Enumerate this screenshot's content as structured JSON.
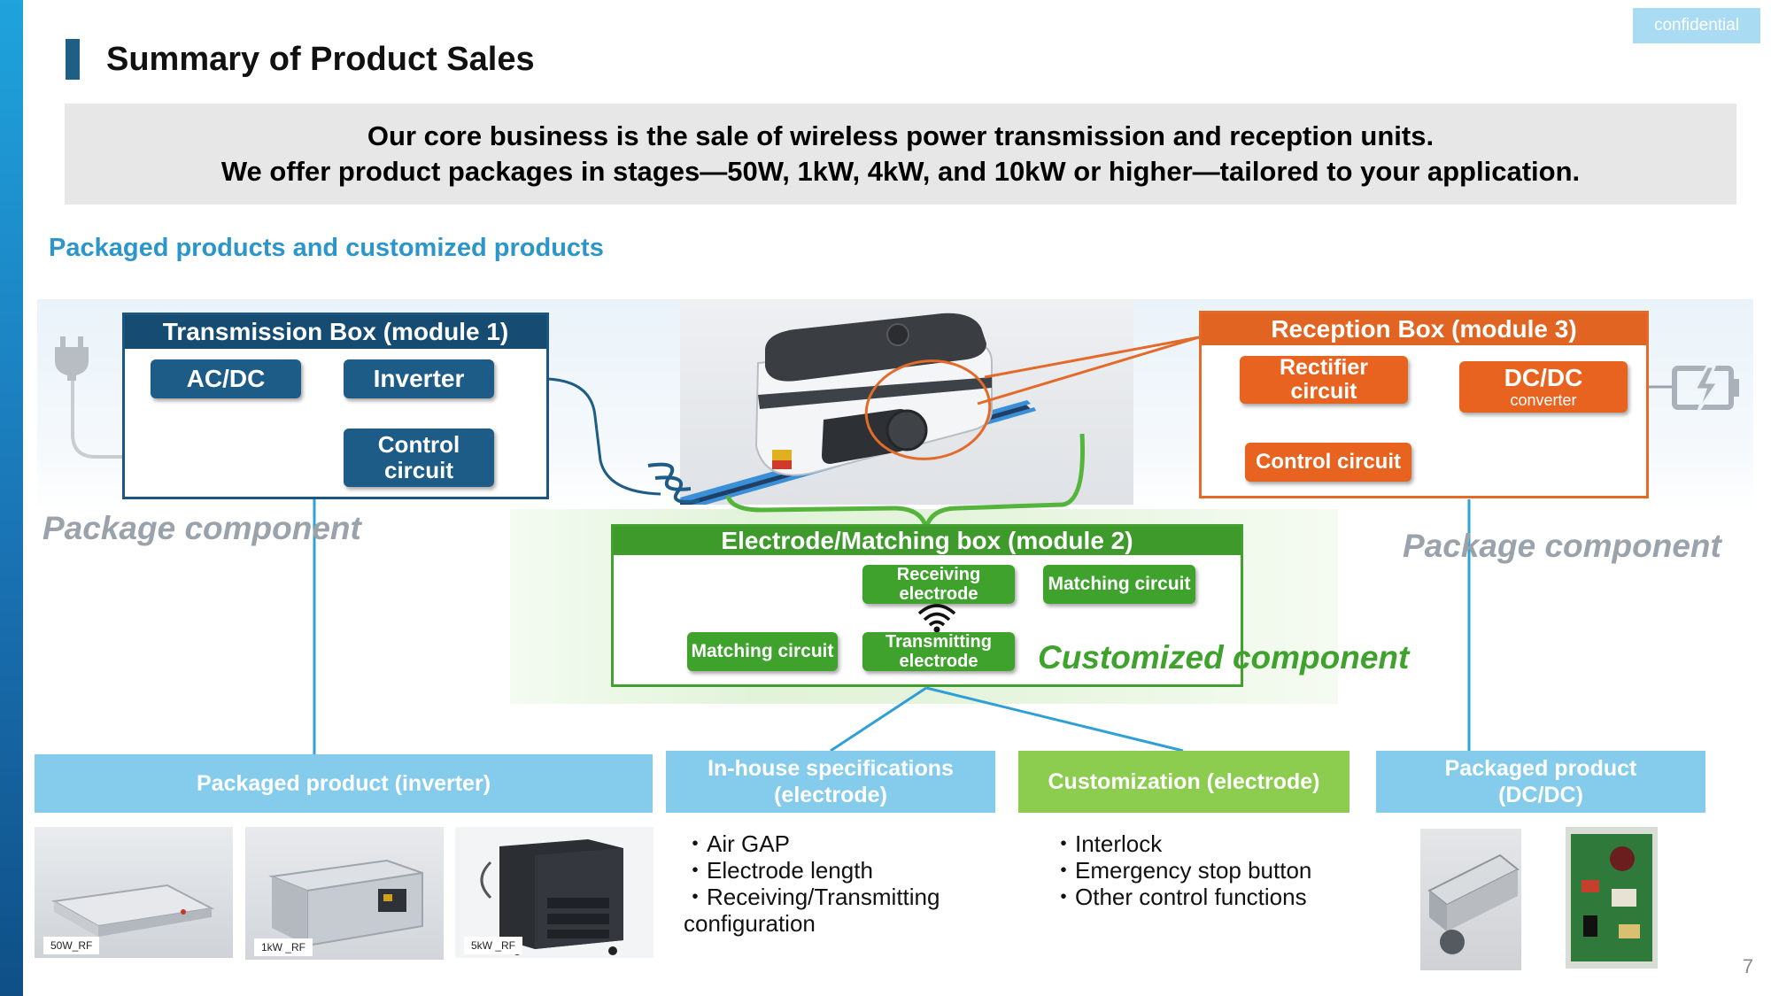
{
  "badge": "confidential",
  "page_title": "Summary of Product Sales",
  "banner": {
    "line1": "Our core business is the sale of wireless power transmission and reception units.",
    "line2": "We offer product packages in stages—50W, 1kW, 4kW, and 10kW or higher—tailored to your application."
  },
  "section_heading": "Packaged products and customized products",
  "transmission": {
    "title": "Transmission Box (module 1)",
    "acdc": "AC/DC",
    "inverter": "Inverter",
    "control": [
      "Control",
      "circuit"
    ]
  },
  "reception": {
    "title": "Reception Box (module 3)",
    "rectifier": [
      "Rectifier",
      "circuit"
    ],
    "dcdc": "DC/DC",
    "dcdc_sub": "converter",
    "control": "Control circuit"
  },
  "electrode": {
    "title": "Electrode/Matching box (module 2)",
    "receiving": [
      "Receiving",
      "electrode"
    ],
    "transmitting": [
      "Transmitting",
      "electrode"
    ],
    "matching_right": "Matching circuit",
    "matching_left": "Matching circuit"
  },
  "labels": {
    "package_left": "Package component",
    "package_right": "Package component",
    "customized": "Customized component"
  },
  "categories": {
    "inverter": "Packaged product (inverter)",
    "inhouse": [
      "In-house specifications",
      "(electrode)"
    ],
    "custom": "Customization (electrode)",
    "dcdc": [
      "Packaged product",
      "(DC/DC)"
    ]
  },
  "inhouse_items": [
    "・Air GAP",
    "・Electrode length",
    "・Receiving/Transmitting",
    "configuration"
  ],
  "custom_items": [
    "・Interlock",
    "・Emergency stop button",
    "・Other control functions"
  ],
  "product_images": [
    {
      "caption": "50W_RF",
      "icon": "silver-flat-unit"
    },
    {
      "caption": "1kW _RF",
      "icon": "silver-box-unit"
    },
    {
      "caption": "5kW _RF",
      "icon": "rack-cabinet-unit"
    }
  ],
  "dcdc_images": [
    {
      "icon": "aluminum-housing-with-fan"
    },
    {
      "icon": "green-circuit-board"
    }
  ],
  "icons": {
    "plug": "power-plug-icon",
    "battery": "battery-charging-icon",
    "wifi": "wireless-signal-icon",
    "robot": "agv-robot-image"
  },
  "colors": {
    "transmission": "#174c72",
    "reception": "#e26422",
    "electrode": "#3f9a2c",
    "category_blue": "#85ccec",
    "category_green": "#8ccc4e",
    "heading": "#2c95c9"
  },
  "page_number": "7"
}
